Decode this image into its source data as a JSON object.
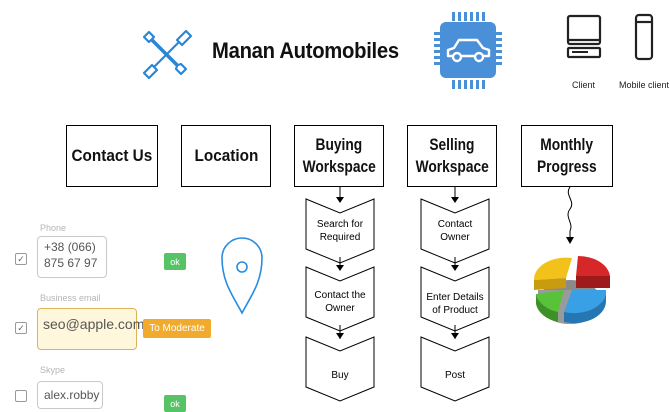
{
  "header": {
    "title": "Manan Automobiles",
    "logo_icon": "wrench-screwdriver-icon",
    "chip_icon": "car-chip-icon",
    "accent_color": "#4a90d9"
  },
  "devices": [
    {
      "label": "Client",
      "icon": "desktop-computer-icon"
    },
    {
      "label": "Mobile client",
      "icon": "mobile-phone-icon"
    }
  ],
  "nav": {
    "contact": "Contact Us",
    "location": "Location",
    "buying": {
      "line1": "Buying",
      "line2": "Workspace"
    },
    "selling": {
      "line1": "Selling",
      "line2": "Workspace"
    },
    "progress": {
      "line1": "Monthly",
      "line2": "Progress"
    }
  },
  "buying_flow": [
    {
      "line1": "Search for",
      "line2": "Required"
    },
    {
      "line1": "Contact the",
      "line2": "Owner"
    },
    {
      "line1": "Buy",
      "line2": ""
    }
  ],
  "selling_flow": [
    {
      "line1": "Contact",
      "line2": "Owner"
    },
    {
      "line1": "Enter Details",
      "line2": "of Product"
    },
    {
      "line1": "Post",
      "line2": ""
    }
  ],
  "contact_form": {
    "phone": {
      "label": "Phone",
      "line1": "+38 (066)",
      "line2": "875 67 97",
      "badge": "ok",
      "checked": true
    },
    "email": {
      "label": "Business email",
      "value": "seo@apple.com",
      "badge": "To Moderate",
      "checked": true
    },
    "skype": {
      "label": "Skype",
      "value": "alex.robby",
      "badge": "ok",
      "checked": false
    }
  },
  "location_icon": "map-pin-icon",
  "progress_chart_icon": "3d-pie-chart-icon",
  "colors": {
    "ok": "#56c466",
    "warn": "#f0ab2e",
    "pin": "#2a8de0"
  }
}
